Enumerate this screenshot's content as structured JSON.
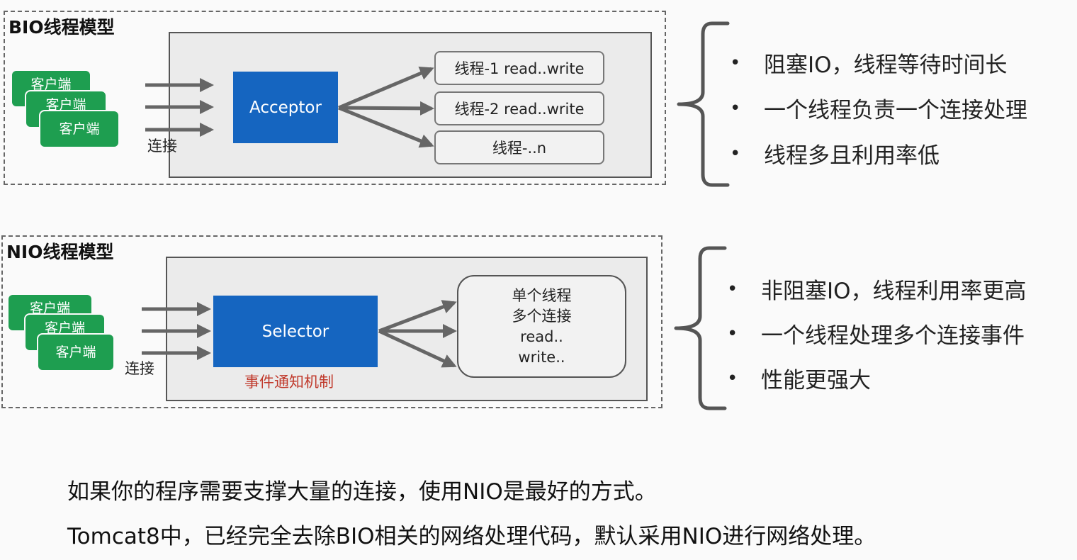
{
  "bio": {
    "title": "BIO线程模型",
    "clients": [
      "客户端",
      "客户端",
      "客户端"
    ],
    "connect_label": "连接",
    "acceptor_label": "Acceptor",
    "threads": [
      "线程-1 read..write",
      "线程-2 read..write",
      "线程-..n"
    ],
    "bullets": [
      "阻塞IO，线程等待时间长",
      "一个线程负责一个连接处理",
      "线程多且利用率低"
    ]
  },
  "nio": {
    "title": "NIO线程模型",
    "clients": [
      "客户端",
      "客户端",
      "客户端"
    ],
    "connect_label": "连接",
    "selector_label": "Selector",
    "event_label": "事件通知机制",
    "thread_lines": [
      "单个线程",
      "多个连接",
      "read..",
      "write.."
    ],
    "bullets": [
      "非阻塞IO，线程利用率更高",
      "一个线程处理多个连接事件",
      "性能更强大"
    ]
  },
  "bullet_symbol": "•",
  "footer": [
    "如果你的程序需要支撑大量的连接，使用NIO是最好的方式。",
    "Tomcat8中，已经完全去除BIO相关的网络处理代码，默认采用NIO进行网络处理。"
  ],
  "colors": {
    "client_green": "#1e9e50",
    "box_blue": "#1565c0",
    "event_red": "#c0392b"
  }
}
